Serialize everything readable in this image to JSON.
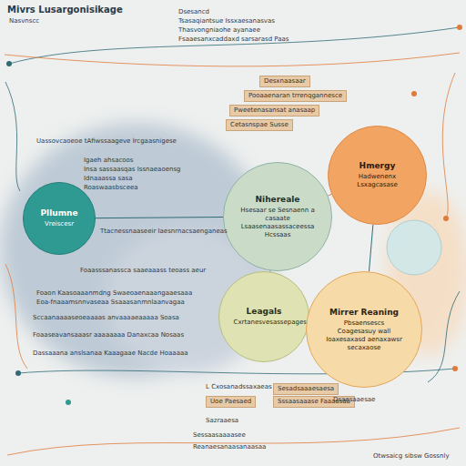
{
  "diagram": {
    "title": "Mivrs Lusargonisikage",
    "nodes": [
      {
        "text": [
          "Desxnaasaar"
        ]
      },
      {
        "text": [
          "Pooaaenaran trrenqgannesce"
        ]
      },
      {
        "text": [
          "Pweetenasansat anasaap"
        ]
      },
      {
        "text": [
          "Cetasnspae Susse"
        ]
      },
      {
        "text": [
          "Pllumne",
          "Vreiscesr"
        ]
      },
      {
        "text": [
          "Nihereale",
          "Hsesaar se Sesnaenn a casaate Lsaasenaasassaceessa Hcssaas"
        ]
      },
      {
        "text": [
          "Hmergy",
          "Hadwenenx Lsxagcasase"
        ]
      },
      {
        "text": [
          "Leagals",
          "Cxrtanesvesassepages"
        ]
      },
      {
        "text": [
          "Mirrer Reaning",
          "Pbsaensescs Coagesasuy wall Ioaxesaxasd aenaxawsr secaxaose"
        ]
      },
      {
        "text": [
          "Sesadsaaaesaesa"
        ]
      },
      {
        "text": [
          "Uoe Paesaed"
        ]
      },
      {
        "text": [
          "Sssaasaaase Faaaasaa"
        ]
      }
    ],
    "edges": [
      {
        "from": 4,
        "to": 5,
        "arrow": "none"
      },
      {
        "from": 5,
        "to": 6,
        "arrow": "none"
      },
      {
        "from": 5,
        "to": 7,
        "arrow": "none"
      },
      {
        "from": 7,
        "to": 8,
        "arrow": "none"
      },
      {
        "from": 6,
        "to": 8,
        "arrow": "none"
      }
    ],
    "labels": [
      "Nasvnscc",
      "Dsesancd",
      "Tsasaqiantsue Issxaesanasvas",
      "Thasvongniaohe ayanaee",
      "Fsaaesanxcaddaxd sarsarasd Paas",
      "Uassovcaoeoe tAfiwssaageve lrcgaasnigese",
      "Igaeh ahsacoos",
      "Insa sassaasqas Issnaeaoensg",
      "Idnaaassa sasa",
      "Roaswaasbsceea",
      "Ttacnessnaaseeir Iaesnrnacsaenganeas",
      "Foaasssanassca saaeaaass teoass aeur",
      "Foaon Kaasoaaanmdng Swaeoaenaaangaaesaaa",
      "Eoa-fnaaamsnnvaseaa Ssaaasanmnlaanvagaa",
      "Sccaanaaaaseoeaaaas anvaaaaeaaaaa Soasa",
      "Foaaseavansaaasr aaaaaaaa Danaxcaa Nosaas",
      "Dassaaana anslsanaa Kaaagaae Nacde Hoaaaaa",
      "L Cxosanadssaxaeas",
      "Dsaesaaesae",
      "Sazraaesa",
      "Sessaasaaaasee",
      "Reanaesanaasanaasaa",
      "Otwsaicg sibsw Gossnly"
    ]
  }
}
